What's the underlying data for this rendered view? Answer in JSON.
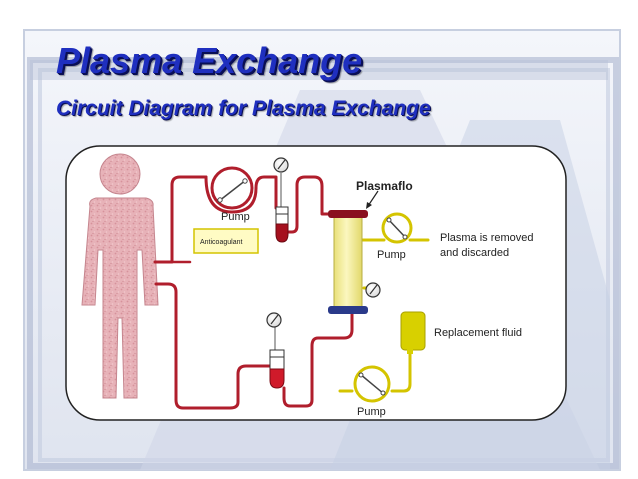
{
  "slide": {
    "title": "Plasma Exchange",
    "subtitle": "Circuit Diagram for Plasma Exchange"
  },
  "diagram": {
    "labels": {
      "pump_top": "Pump",
      "anticoagulant": "Anticoagulant",
      "plasmaflo": "Plasmaflo",
      "pump_plasma": "Pump",
      "plasma_removed_line1": "Plasma is removed",
      "plasma_removed_line2": "and discarded",
      "replacement_fluid": "Replacement fluid",
      "pump_bottom": "Pump"
    },
    "colors": {
      "title": "#1f2fbf",
      "blood_line": "#b01e2c",
      "plasma_line": "#d4c400",
      "filter_body": "#f7f19a",
      "filter_caps": "#8a1020",
      "body_figure": "#e7b2b8",
      "replacement_bag": "#d8d000",
      "anticoagulant_box": "#fffbc4"
    },
    "icons": [
      "human-figure-icon",
      "roller-pump-icon",
      "pressure-gauge-icon",
      "drip-chamber-icon",
      "plasma-filter-icon",
      "fluid-bag-icon"
    ]
  }
}
